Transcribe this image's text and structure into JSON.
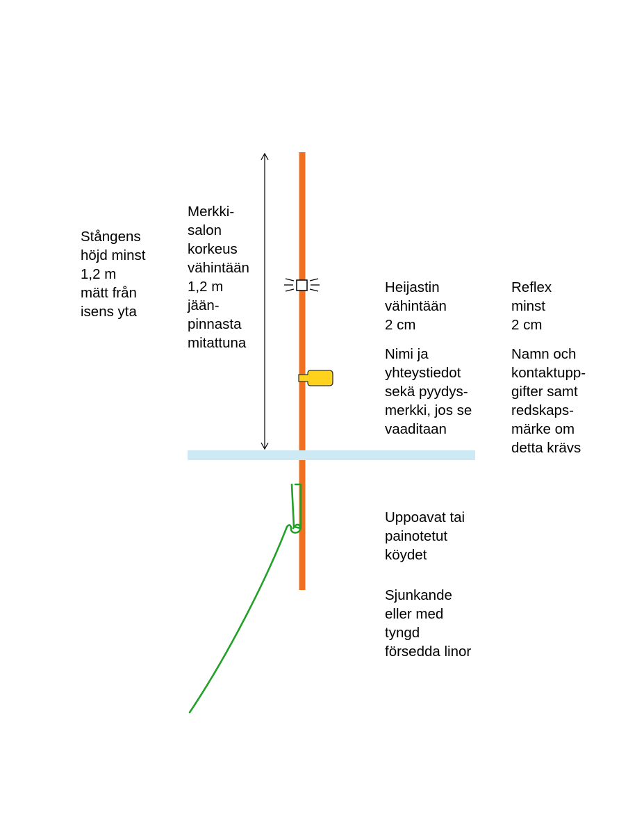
{
  "labels": {
    "pole_height_sv": "Stångens\nhöjd minst\n1,2 m\nmätt från\nisens yta",
    "pole_height_fi": "Merkki-\nsalon\nkorkeus\nvähintään\n1,2 m\njään-\npinnasta\nmitattuna",
    "reflector_fi": "Heijastin\nvähintään\n2 cm",
    "reflector_sv": "Reflex\nminst\n2 cm",
    "contact_fi": "Nimi ja\nyhteystiedot\nsekä pyydys-\nmerkki, jos se\nvaaditaan",
    "contact_sv": "Namn och\nkontaktupp-\ngifter samt\nredskaps-\nmärke om\ndetta krävs",
    "ropes_fi": "Uppoavat tai\npainotetut\nköydet",
    "ropes_sv": "Sjunkande\neller med\ntyngd\nförsedda linor"
  },
  "colors": {
    "pole": "#f07020",
    "ice": "#cdeaf4",
    "rope": "#22a028",
    "tag_fill": "#ffd21e",
    "tag_stroke": "#333333",
    "arrow": "#000000",
    "text": "#000000"
  },
  "icons": {
    "reflector": "reflector-square-icon",
    "tag": "name-tag-icon",
    "arrow": "double-headed-arrow"
  }
}
